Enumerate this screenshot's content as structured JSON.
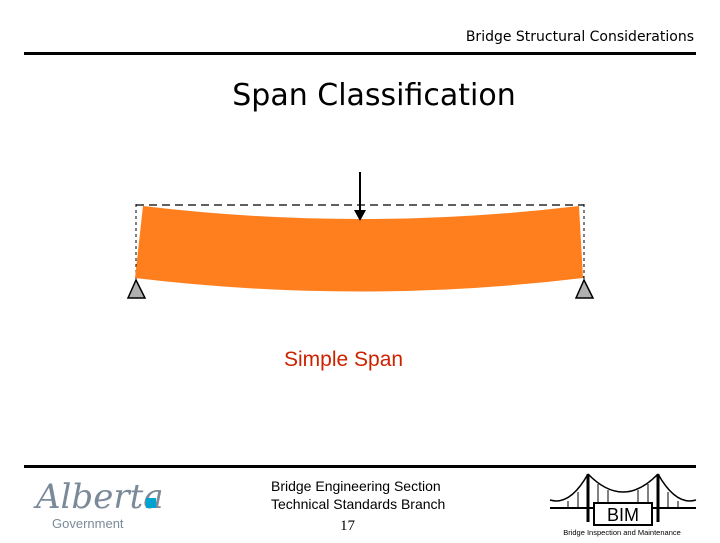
{
  "header": {
    "title": "Bridge Structural Considerations"
  },
  "slide": {
    "title": "Span Classification",
    "caption": "Simple Span"
  },
  "footer": {
    "section_line": "Bridge Engineering Section",
    "branch_line": "Technical Standards Branch",
    "page_number": "17",
    "logo_text": "Alberta",
    "logo_subtext": "Government",
    "bim_label": "BIM",
    "bim_subtitle": "Bridge Inspection and Maintenance"
  },
  "colors": {
    "beam": "#ff7f1e",
    "caption": "#cc2200",
    "support": "#b0b0b0",
    "logo_square": "#00a3cf",
    "logo_text": "#7a8a99"
  }
}
